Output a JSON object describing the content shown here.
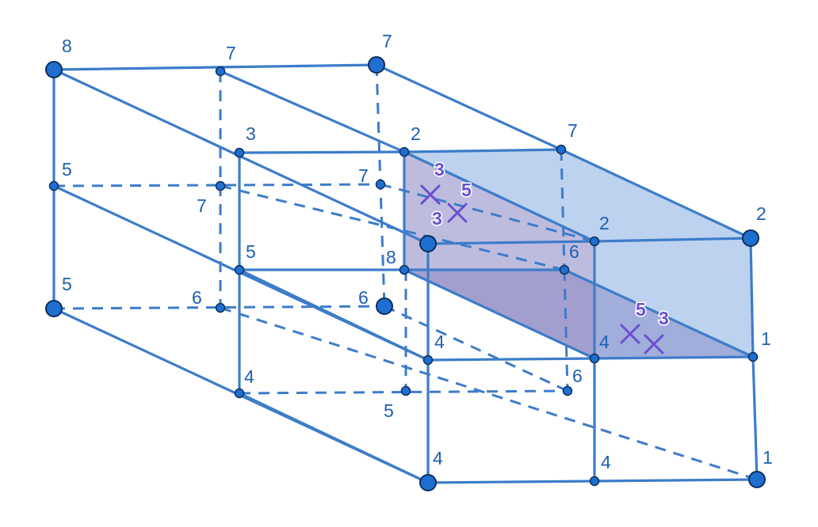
{
  "diagram": {
    "colors": {
      "edge": "#3d7cc9",
      "edge_dark": "#2a62b8",
      "point_fill": "#1f6fd1",
      "point_stroke": "#0d2e5c",
      "label": "#1d5fb3",
      "marker": "#6a4fcf",
      "face_top": "#8fb4e2",
      "face_side": "#8fb4e2",
      "face_inner": "#6f6bb5"
    },
    "vertex_labels": [
      {
        "id": "lbl-8-top",
        "text": "8"
      },
      {
        "id": "lbl-7-top-a",
        "text": "7"
      },
      {
        "id": "lbl-7-top-b",
        "text": "7"
      },
      {
        "id": "lbl-3-mid",
        "text": "3"
      },
      {
        "id": "lbl-2-mid",
        "text": "2"
      },
      {
        "id": "lbl-7-mid",
        "text": "7"
      },
      {
        "id": "lbl-5-left-a",
        "text": "5"
      },
      {
        "id": "lbl-7-inner",
        "text": "7"
      },
      {
        "id": "lbl-7-inner-b",
        "text": "7"
      },
      {
        "id": "lbl-2-right-a",
        "text": "2"
      },
      {
        "id": "lbl-2-right-b",
        "text": "2"
      },
      {
        "id": "lbl-5-center",
        "text": "5"
      },
      {
        "id": "lbl-8-center",
        "text": "8"
      },
      {
        "id": "lbl-6-center",
        "text": "6"
      },
      {
        "id": "lbl-5-left-b",
        "text": "5"
      },
      {
        "id": "lbl-6-left",
        "text": "6"
      },
      {
        "id": "lbl-6-mid",
        "text": "6"
      },
      {
        "id": "lbl-4-mid",
        "text": "4"
      },
      {
        "id": "lbl-4-right",
        "text": "4"
      },
      {
        "id": "lbl-1-right",
        "text": "1"
      },
      {
        "id": "lbl-4-left",
        "text": "4"
      },
      {
        "id": "lbl-6-lower",
        "text": "6"
      },
      {
        "id": "lbl-5-lower",
        "text": "5"
      },
      {
        "id": "lbl-4-bottom-a",
        "text": "4"
      },
      {
        "id": "lbl-4-bottom-b",
        "text": "4"
      },
      {
        "id": "lbl-1-bottom",
        "text": "1"
      }
    ],
    "marker_labels": [
      {
        "id": "mk-3-a",
        "text": "3"
      },
      {
        "id": "mk-5-a",
        "text": "5"
      },
      {
        "id": "mk-3-b",
        "text": "3"
      },
      {
        "id": "mk-5-b",
        "text": "5"
      },
      {
        "id": "mk-3-c",
        "text": "3"
      }
    ]
  }
}
